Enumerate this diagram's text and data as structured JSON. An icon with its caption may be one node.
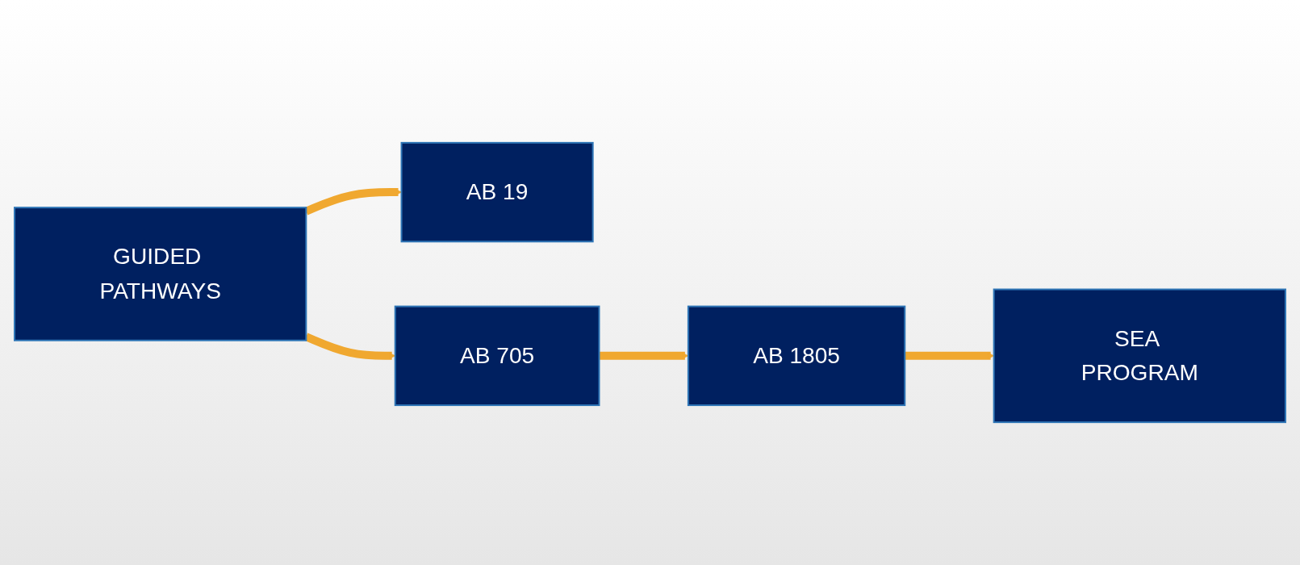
{
  "diagram": {
    "nodes": [
      {
        "text": [
          "GUIDED PATHWAYS"
        ]
      },
      {
        "text": [
          "AB 19"
        ]
      },
      {
        "text": [
          "AB 705"
        ]
      },
      {
        "text": [
          "AB 1805"
        ]
      },
      {
        "text": [
          "SEA PROGRAM"
        ]
      }
    ],
    "edges": [
      {
        "from": 0,
        "to": 1,
        "arrow": "to"
      },
      {
        "from": 0,
        "to": 2,
        "arrow": "to"
      },
      {
        "from": 2,
        "to": 3,
        "arrow": "to"
      },
      {
        "from": 3,
        "to": 4,
        "arrow": "to"
      }
    ]
  }
}
